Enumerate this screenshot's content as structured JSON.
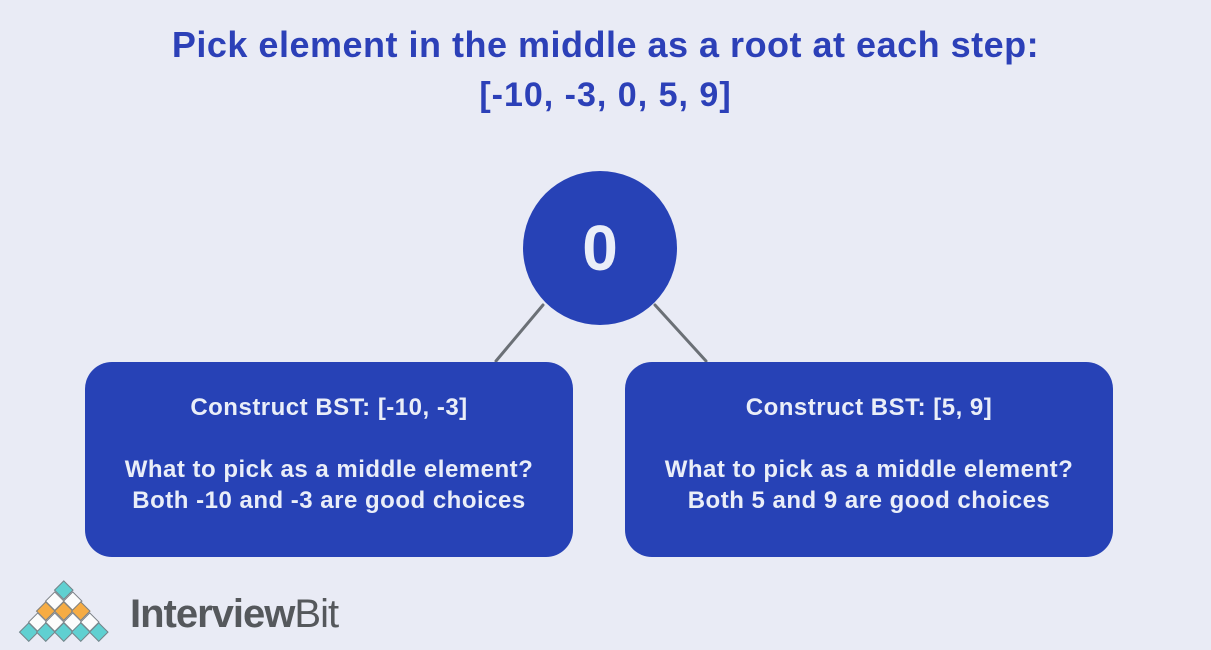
{
  "title": {
    "line1": "Pick element in the middle as a root at each step:",
    "line2": "[-10, -3, 0, 5, 9]"
  },
  "tree": {
    "root_value": "0",
    "left_box": {
      "heading": "Construct BST: [-10, -3]",
      "body_line1": "What to pick as a middle element?",
      "body_line2": "Both -10 and -3 are good choices"
    },
    "right_box": {
      "heading": "Construct BST: [5, 9]",
      "body_line1": "What to pick as a middle element?",
      "body_line2": "Both 5 and 9 are good choices"
    }
  },
  "logo": {
    "brand_bold": "Interview",
    "brand_light": "Bit",
    "pyramid_rows": [
      [
        "teal"
      ],
      [
        "white",
        "white"
      ],
      [
        "orange",
        "orange",
        "orange"
      ],
      [
        "white",
        "white",
        "white",
        "white"
      ],
      [
        "teal",
        "teal",
        "teal",
        "teal",
        "teal"
      ]
    ],
    "palette": {
      "teal": "#5fd0d1",
      "orange": "#f6ac44",
      "white": "#fcfcfc",
      "outline": "#7b8187"
    }
  },
  "colors": {
    "background": "#e9ebf5",
    "primary_blue": "#2742b6",
    "title_blue": "#2c40b8",
    "node_text": "#eaeef8",
    "connector_gray": "#6b7076",
    "brand_text": "#55585c"
  }
}
